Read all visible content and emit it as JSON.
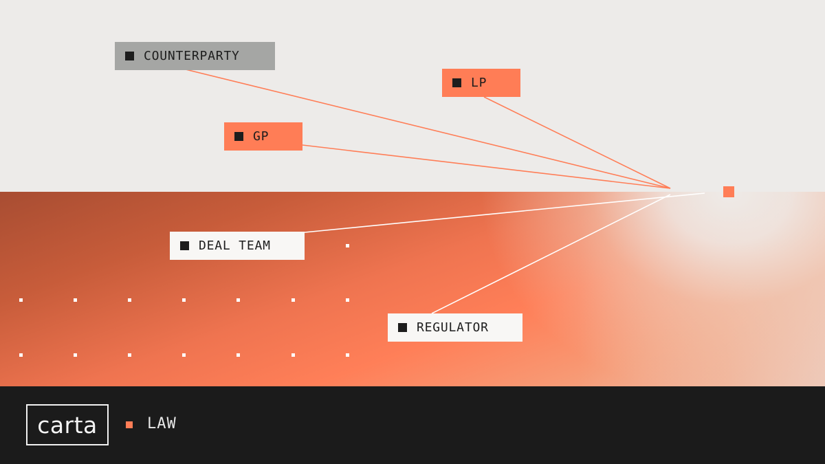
{
  "tags": {
    "counterparty": "COUNTERPARTY",
    "lp": "LP",
    "gp": "GP",
    "deal_team": "DEAL TEAM",
    "regulator": "REGULATOR"
  },
  "footer": {
    "logo": "carta",
    "section": "LAW"
  },
  "colors": {
    "accent": "#ff7d56",
    "neutral_tag": "#a5a6a4",
    "light_tag": "#f8f7f5",
    "footer_bg": "#1b1b1b"
  },
  "icons": {
    "tag_marker": "black-square-icon",
    "endpoint": "orange-square-icon",
    "section_marker": "orange-square-icon"
  }
}
